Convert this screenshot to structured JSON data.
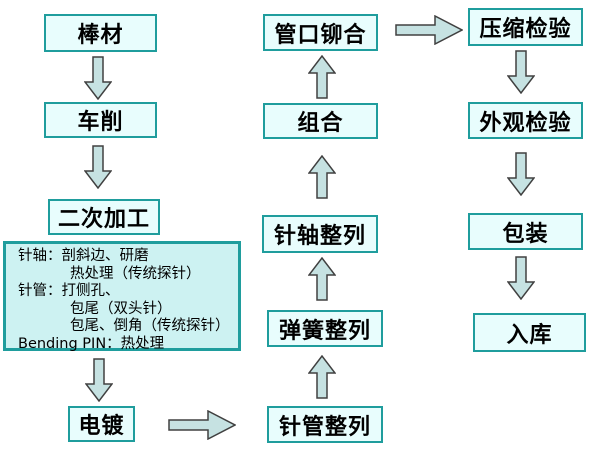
{
  "diagram": {
    "type": "flowchart",
    "title": "",
    "colors": {
      "box_border": "#1f9d9d",
      "box_fill": "#e8fdfd",
      "detail_box_fill": "#cdf2f2",
      "arrow_fill": "#c6e2e2",
      "arrow_outline": "#404040",
      "text": "#000000",
      "background": "#ffffff"
    },
    "nodes": {
      "bar_stock": {
        "label": "棒材"
      },
      "turning": {
        "label": "车削"
      },
      "secondary_processing": {
        "label": "二次加工"
      },
      "electroplating": {
        "label": "电镀"
      },
      "needle_tube_alignment": {
        "label": "针管整列"
      },
      "spring_alignment": {
        "label": "弹簧整列"
      },
      "needle_shaft_alignment": {
        "label": "针轴整列"
      },
      "assembly": {
        "label": "组合"
      },
      "tube_mouth_riveting": {
        "label": "管口铆合"
      },
      "compression_inspection": {
        "label": "压缩检验"
      },
      "visual_inspection": {
        "label": "外观检验"
      },
      "packaging": {
        "label": "包装"
      },
      "warehousing": {
        "label": "入库"
      },
      "process_detail": {
        "lines": [
          {
            "text": "针轴：剖斜边、研磨",
            "indent": false
          },
          {
            "text": "热处理（传统探针）",
            "indent": true
          },
          {
            "text": "针管：打侧孔、",
            "indent": false
          },
          {
            "text": "包尾（双头针）",
            "indent": true
          },
          {
            "text": "包尾、倒角（传统探针）",
            "indent": true
          },
          {
            "text": "Bending PIN：热处理",
            "indent": false
          }
        ]
      }
    },
    "edges": [
      {
        "from": "bar_stock",
        "to": "turning",
        "direction": "down"
      },
      {
        "from": "turning",
        "to": "secondary_processing",
        "direction": "down"
      },
      {
        "from": "secondary_processing",
        "to": "electroplating",
        "direction": "down"
      },
      {
        "from": "electroplating",
        "to": "needle_tube_alignment",
        "direction": "right"
      },
      {
        "from": "needle_tube_alignment",
        "to": "spring_alignment",
        "direction": "up"
      },
      {
        "from": "spring_alignment",
        "to": "needle_shaft_alignment",
        "direction": "up"
      },
      {
        "from": "needle_shaft_alignment",
        "to": "assembly",
        "direction": "up"
      },
      {
        "from": "assembly",
        "to": "tube_mouth_riveting",
        "direction": "up"
      },
      {
        "from": "tube_mouth_riveting",
        "to": "compression_inspection",
        "direction": "right"
      },
      {
        "from": "compression_inspection",
        "to": "visual_inspection",
        "direction": "down"
      },
      {
        "from": "visual_inspection",
        "to": "packaging",
        "direction": "down"
      },
      {
        "from": "packaging",
        "to": "warehousing",
        "direction": "down"
      }
    ]
  }
}
